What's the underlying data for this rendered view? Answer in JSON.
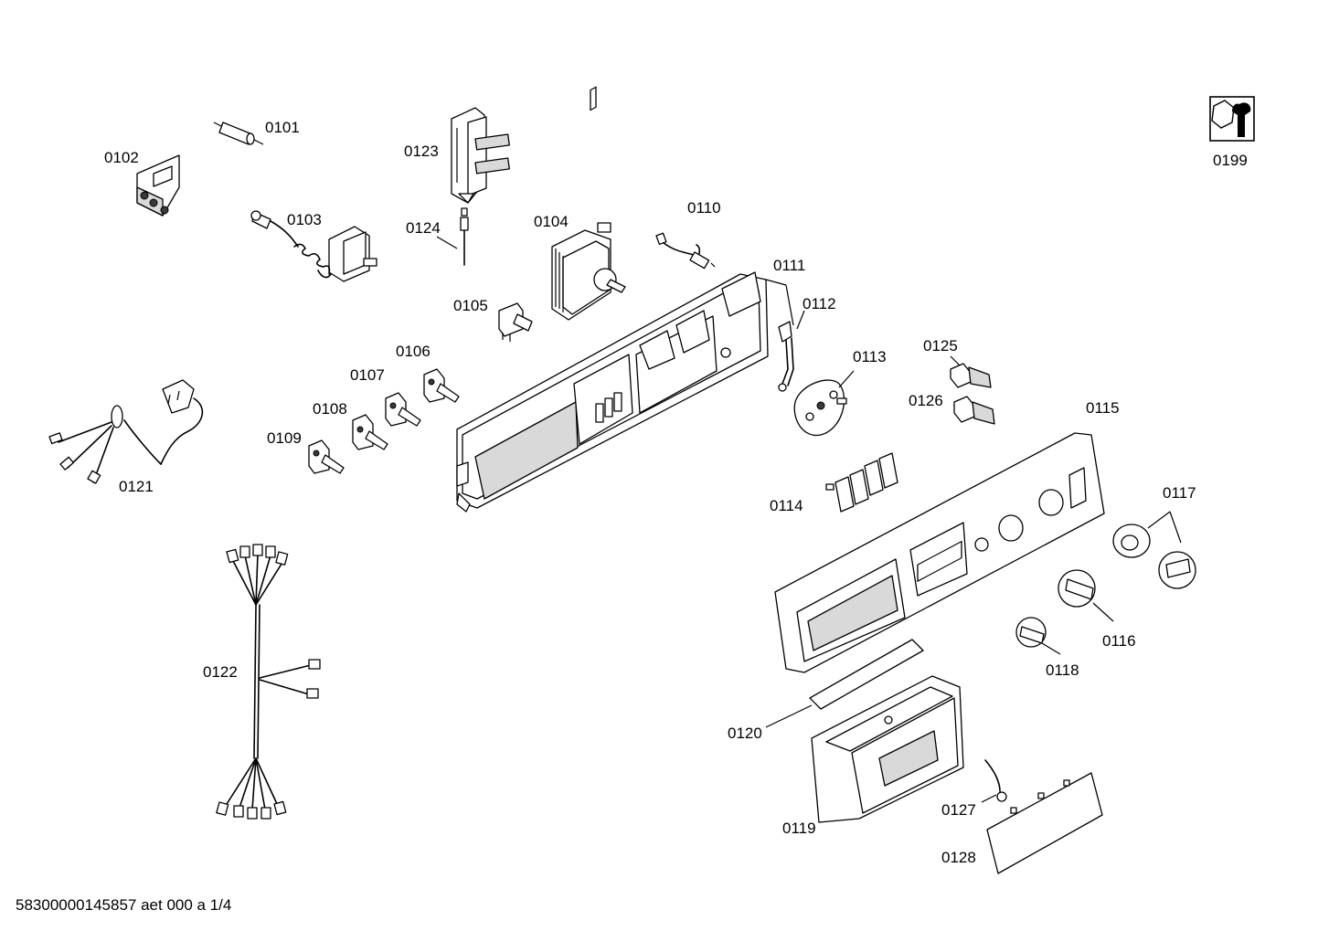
{
  "diagram": {
    "parts": [
      {
        "id": "p0101",
        "label": "0101"
      },
      {
        "id": "p0102",
        "label": "0102"
      },
      {
        "id": "p0103",
        "label": "0103"
      },
      {
        "id": "p0104",
        "label": "0104"
      },
      {
        "id": "p0105",
        "label": "0105"
      },
      {
        "id": "p0106",
        "label": "0106"
      },
      {
        "id": "p0107",
        "label": "0107"
      },
      {
        "id": "p0108",
        "label": "0108"
      },
      {
        "id": "p0109",
        "label": "0109"
      },
      {
        "id": "p0110",
        "label": "0110"
      },
      {
        "id": "p0111",
        "label": "0111"
      },
      {
        "id": "p0112",
        "label": "0112"
      },
      {
        "id": "p0113",
        "label": "0113"
      },
      {
        "id": "p0114",
        "label": "0114"
      },
      {
        "id": "p0115",
        "label": "0115"
      },
      {
        "id": "p0116",
        "label": "0116"
      },
      {
        "id": "p0117",
        "label": "0117"
      },
      {
        "id": "p0118",
        "label": "0118"
      },
      {
        "id": "p0119",
        "label": "0119"
      },
      {
        "id": "p0120",
        "label": "0120"
      },
      {
        "id": "p0121",
        "label": "0121"
      },
      {
        "id": "p0122",
        "label": "0122"
      },
      {
        "id": "p0123",
        "label": "0123"
      },
      {
        "id": "p0124",
        "label": "0124"
      },
      {
        "id": "p0125",
        "label": "0125"
      },
      {
        "id": "p0126",
        "label": "0126"
      },
      {
        "id": "p0127",
        "label": "0127"
      },
      {
        "id": "p0128",
        "label": "0128"
      },
      {
        "id": "p0199",
        "label": "0199"
      }
    ],
    "tool_icon": "wrench-nut-icon"
  },
  "footer": {
    "document_code": "58300000145857 aet 000 a 1/4"
  }
}
